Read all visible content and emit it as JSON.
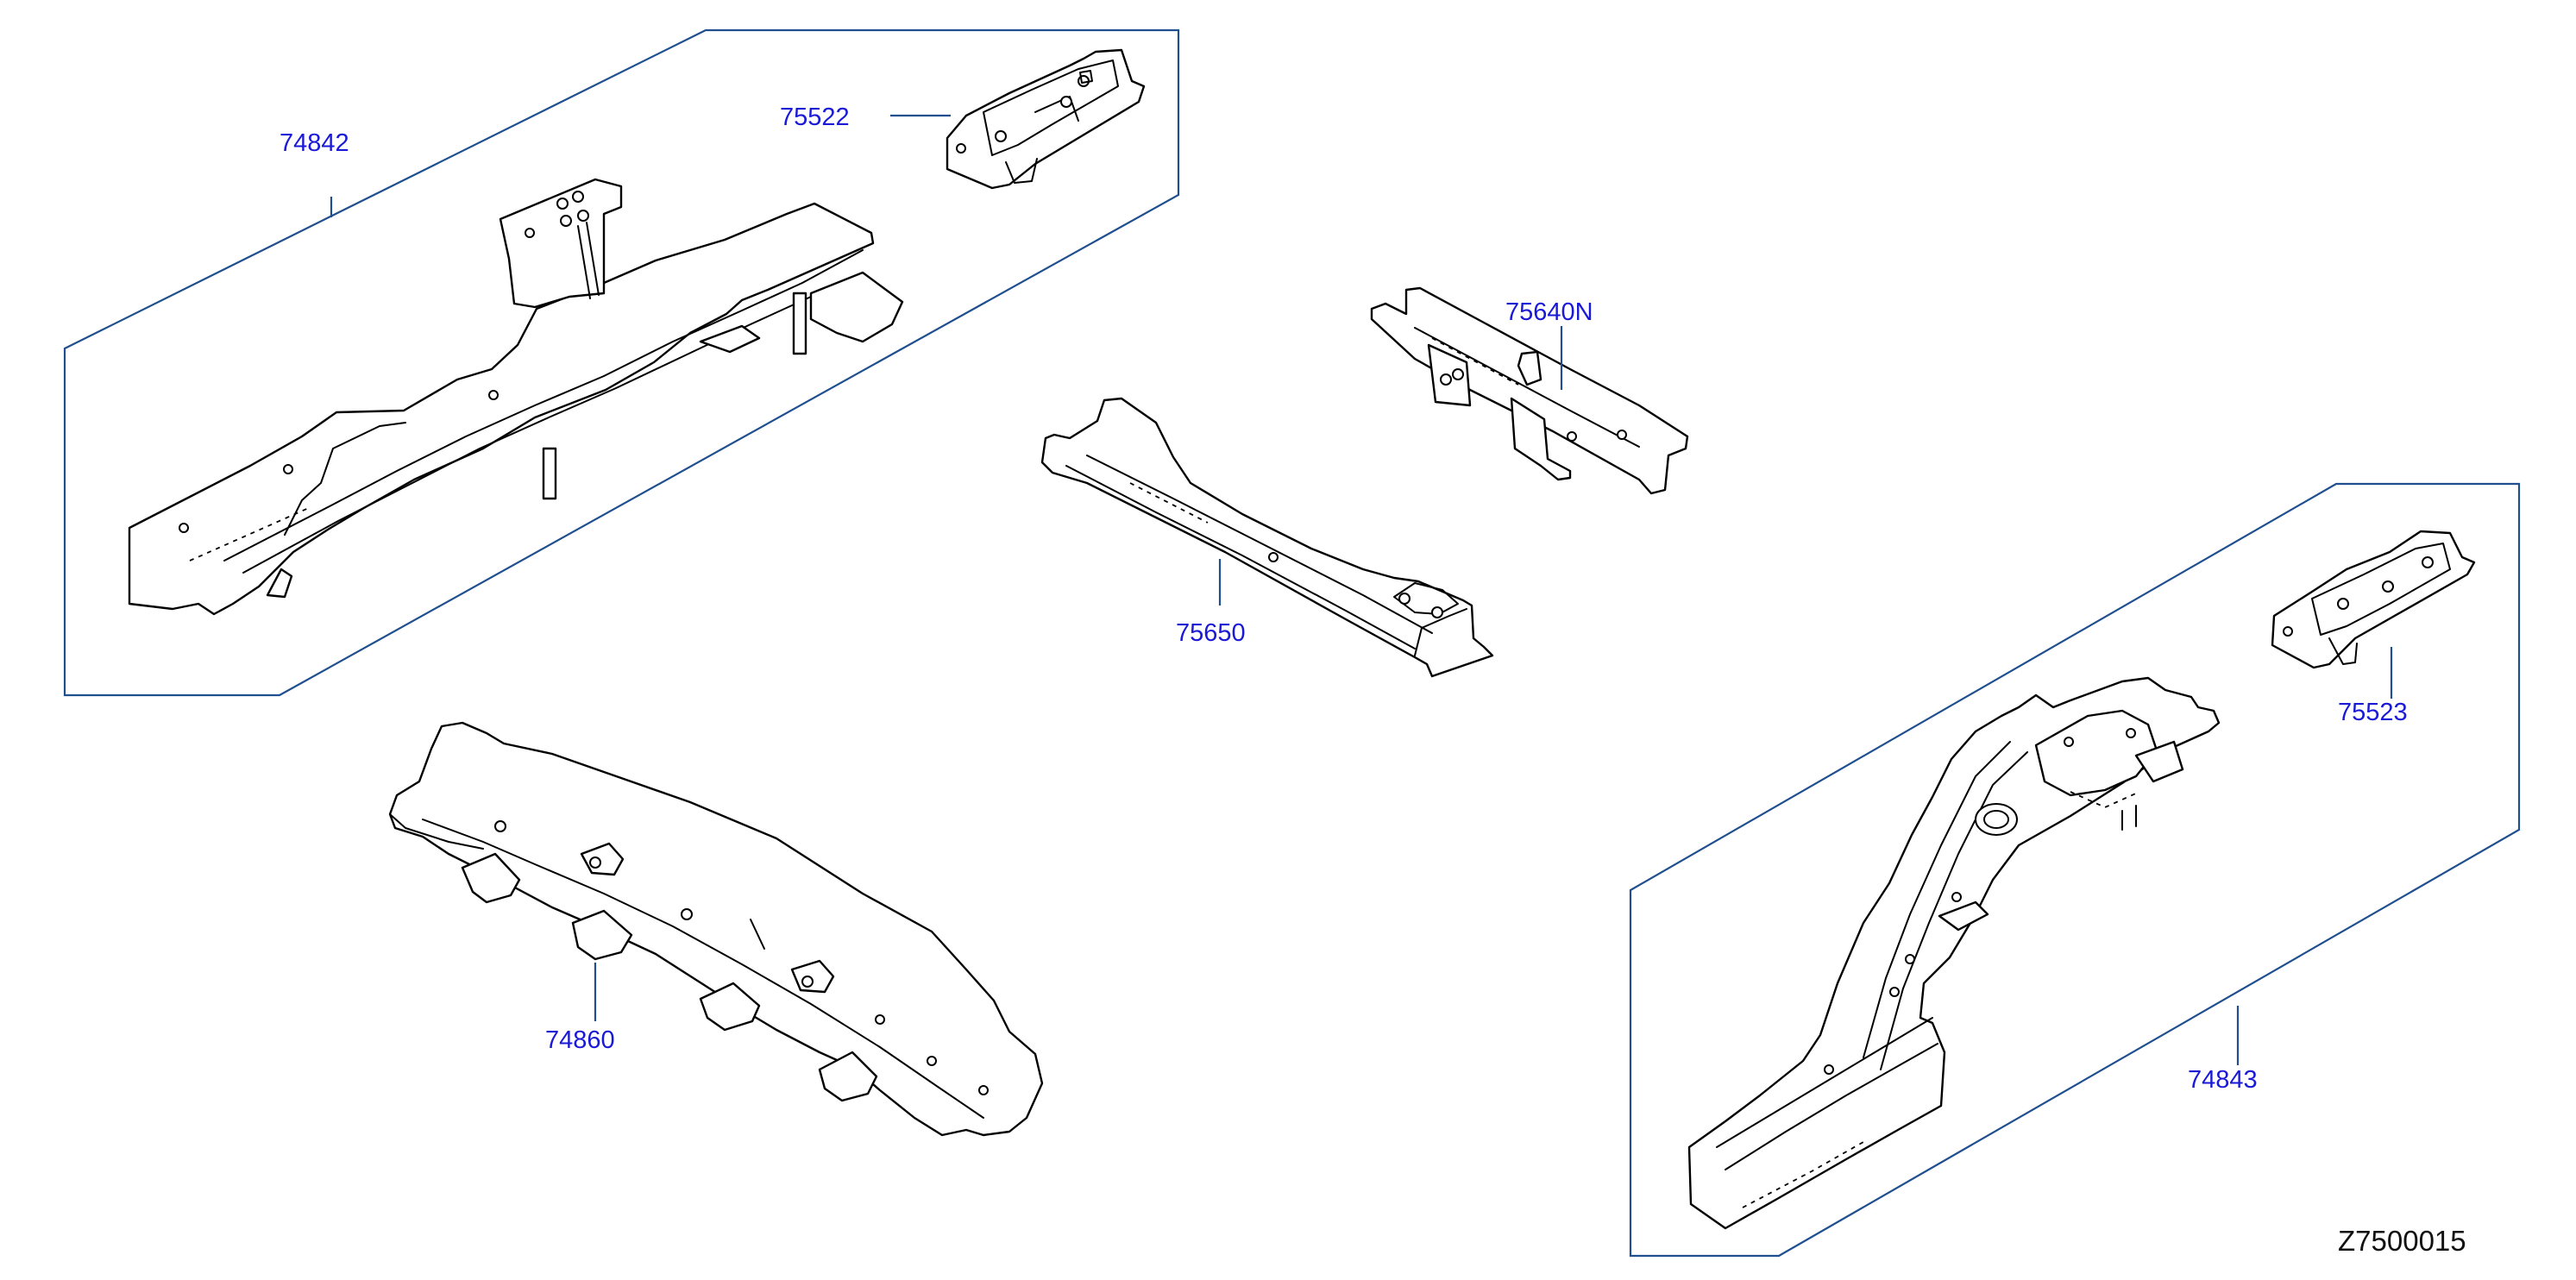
{
  "diagram": {
    "id_code": "Z7500015",
    "colors": {
      "label": "#1a1ad6",
      "outline": "#1f4f8f",
      "part_line": "#000000",
      "background": "#ffffff"
    },
    "callouts": [
      {
        "key": "p74842",
        "label": "74842"
      },
      {
        "key": "p75522",
        "label": "75522"
      },
      {
        "key": "p75640N",
        "label": "75640N"
      },
      {
        "key": "p75650",
        "label": "75650"
      },
      {
        "key": "p75523",
        "label": "75523"
      },
      {
        "key": "p74860",
        "label": "74860"
      },
      {
        "key": "p74843",
        "label": "74843"
      }
    ]
  }
}
